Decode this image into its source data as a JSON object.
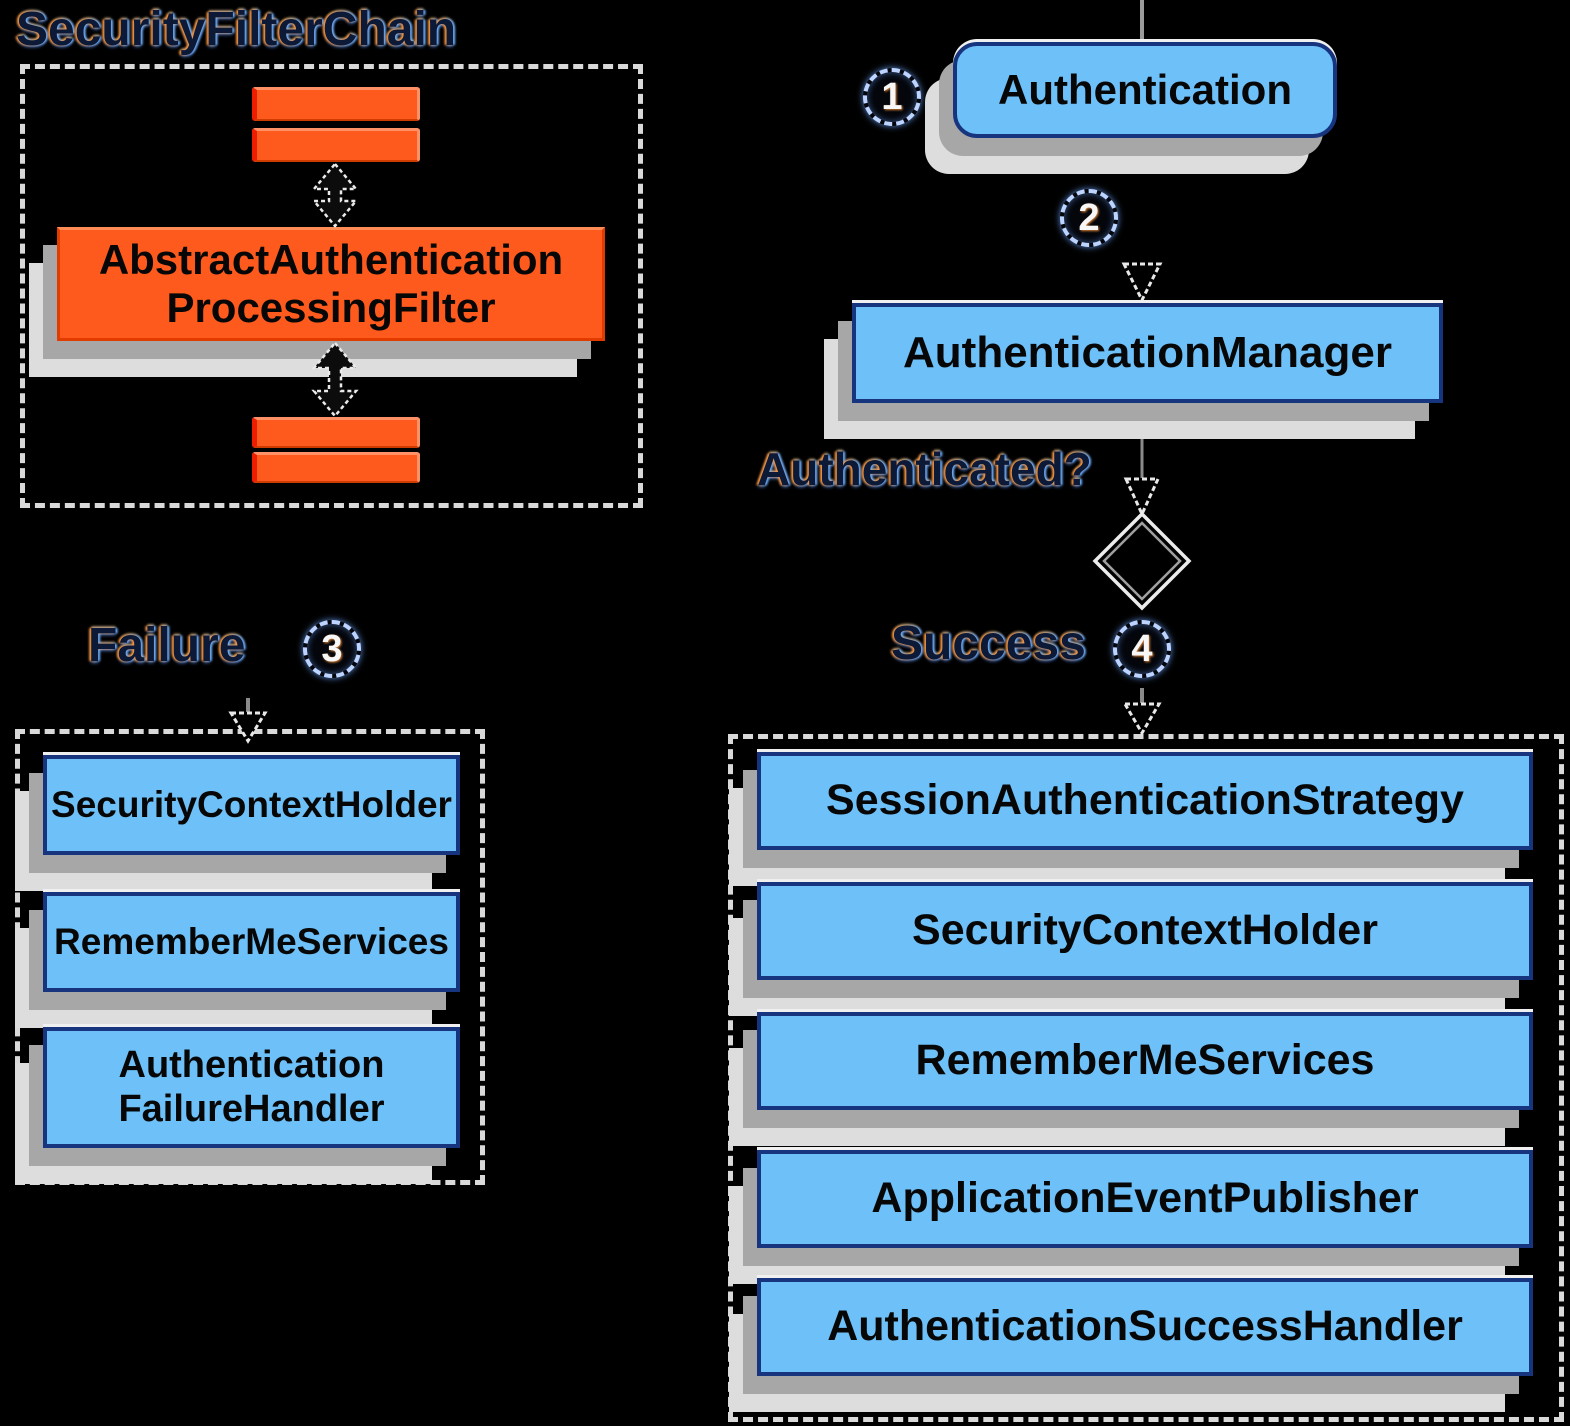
{
  "title": {
    "security_filter_chain": "SecurityFilterChain"
  },
  "labels": {
    "authenticated": "Authenticated?",
    "failure": "Failure",
    "success": "Success"
  },
  "steps": {
    "s1": "1",
    "s2": "2",
    "s3": "3",
    "s4": "4"
  },
  "flow": {
    "authentication": "Authentication",
    "authentication_manager": "AuthenticationManager",
    "filter": "AbstractAuthentication\nProcessingFilter"
  },
  "failure_panel": {
    "items": [
      "SecurityContextHolder",
      "RememberMeServices",
      "Authentication\nFailureHandler"
    ]
  },
  "success_panel": {
    "items": [
      "SessionAuthenticationStrategy",
      "SecurityContextHolder",
      "RememberMeServices",
      "ApplicationEventPublisher",
      "AuthenticationSuccessHandler"
    ]
  },
  "colors": {
    "background": "#000000",
    "blue_fill": "#6ec0f8",
    "navy_border": "#17357f",
    "orange_fill": "#ff5a1d"
  }
}
